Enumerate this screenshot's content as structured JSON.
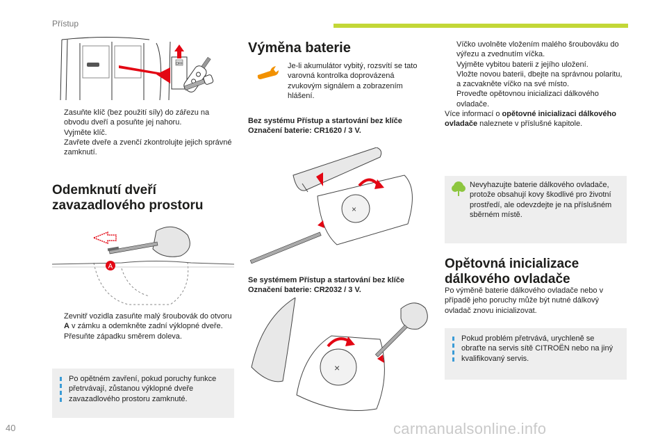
{
  "header": {
    "section": "Přístup",
    "accent_color": "#c3d737"
  },
  "col1": {
    "step_list_top": [
      "Zasuňte klíč (bez použití síly) do zářezu na obvodu dveří a posuňte jej nahoru.",
      "Vyjměte klíč.",
      "Zavřete dveře a zvenčí zkontrolujte jejich správné zamknutí."
    ],
    "heading": "Odemknutí dveří zavazadlového prostoru",
    "label_a": "A",
    "step_list_bottom": {
      "item1_pre": "Zevnitř vozidla zasuňte malý šroubovák do otvoru ",
      "item1_bold": "A",
      "item1_post": " v zámku a odemkněte zadní výklopné dveře.",
      "item2": "Přesuňte západku směrem doleva."
    },
    "note": "Po opětném zavření, pokud poruchy funkce přetrvávají, zůstanou výklopné dveře zavazadlového prostoru zamknuté."
  },
  "col2": {
    "heading": "Výměna baterie",
    "warning_text": "Je-li akumulátor vybitý, rozsvítí se tato varovná kontrolka doprovázená zvukovým signálem a zobrazením hlášení.",
    "case1_line1": "Bez systému Přístup a startování bez klíče",
    "case1_line2": "Označení baterie: CR1620 / 3 V.",
    "case2_line1": "Se systémem Přístup a startování bez klíče",
    "case2_line2": "Označení baterie: CR2032 / 3 V."
  },
  "col3": {
    "steps": [
      "Víčko uvolněte vložením malého šroubováku do výřezu a zvednutím víčka.",
      "Vyjměte vybitou baterii z jejího uložení.",
      "Vložte novou baterii, dbejte na správnou polaritu, a zacvakněte víčko na své místo.",
      "Proveďte opětovnou inicializaci dálkového ovladače."
    ],
    "more_pre": "Více informací o ",
    "more_bold": "opětovné inicializaci dálkového ovladače",
    "more_post": " naleznete v příslušné kapitole.",
    "eco_note": "Nevyhazujte baterie dálkového ovladače, protože obsahují kovy škodlivé pro životní prostředí, ale odevzdejte je na příslušném sběrném místě.",
    "heading": "Opětovná inicializace dálkového ovladače",
    "paragraph": "Po výměně baterie dálkového ovladače nebo v případě jeho poruchy může být nutné dálkový ovladač znovu inicializovat.",
    "note": "Pokud problém přetrvává, urychleně se obraťte na servis sítě CITROËN nebo na jiný kvalifikovaný servis."
  },
  "bullet_glyph": "",
  "page_number": "40",
  "footer": "carmanualsonline.info",
  "colors": {
    "accent_red": "#e30613",
    "note_blue": "#3a9bd6",
    "eco_green": "#8dc63f",
    "wrench_orange": "#f29100"
  }
}
